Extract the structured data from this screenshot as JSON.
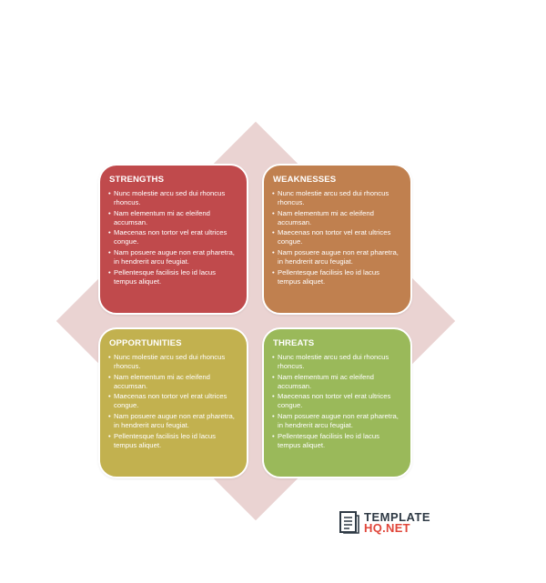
{
  "quadrants": [
    {
      "title": "STRENGTHS",
      "items": [
        "Nunc molestie arcu sed dui rhoncus rhoncus.",
        "Nam elementum mi ac eleifend accumsan.",
        "Maecenas non tortor vel erat ultrices congue.",
        "Nam posuere augue non erat pharetra, in hendrerit arcu feugiat.",
        "Pellentesque facilisis leo id lacus tempus aliquet."
      ],
      "color": "#c04a4c"
    },
    {
      "title": "WEAKNESSES",
      "items": [
        "Nunc molestie arcu sed dui rhoncus rhoncus.",
        "Nam elementum mi ac eleifend accumsan.",
        "Maecenas non tortor vel erat ultrices congue.",
        "Nam posuere augue non erat pharetra, in hendrerit arcu feugiat.",
        "Pellentesque facilisis leo id lacus tempus aliquet."
      ],
      "color": "#c0804f"
    },
    {
      "title": "OPPORTUNITIES",
      "items": [
        "Nunc molestie arcu sed dui rhoncus rhoncus.",
        "Nam elementum mi ac eleifend accumsan.",
        "Maecenas non tortor vel erat ultrices congue.",
        "Nam posuere augue non erat pharetra, in hendrerit arcu feugiat.",
        "Pellentesque facilisis leo id lacus tempus aliquet."
      ],
      "color": "#c2b14f"
    },
    {
      "title": "THREATS",
      "items": [
        "Nunc molestie arcu sed dui rhoncus rhoncus.",
        "Nam elementum mi ac eleifend accumsan.",
        "Maecenas non tortor vel erat ultrices congue.",
        "Nam posuere augue non erat pharetra, in hendrerit arcu feugiat.",
        "Pellentesque facilisis leo id lacus tempus aliquet."
      ],
      "color": "#9ab95a"
    }
  ],
  "background_diamond_color": "#ead3d2",
  "logo": {
    "line1": "TEMPLATE",
    "line2": "HQ.NET",
    "icon": "document-icon"
  }
}
